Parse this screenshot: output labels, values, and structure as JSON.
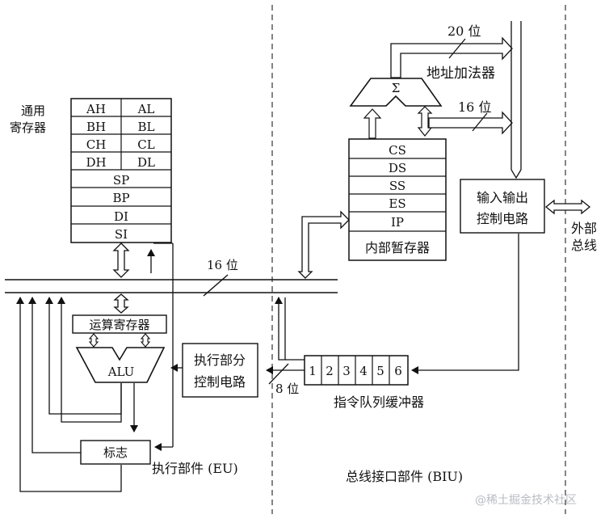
{
  "eu": {
    "general_registers_label": [
      "通用",
      "寄存器"
    ],
    "registers_hl": [
      [
        "AH",
        "AL"
      ],
      [
        "BH",
        "BL"
      ],
      [
        "CH",
        "CL"
      ],
      [
        "DH",
        "DL"
      ]
    ],
    "registers_full": [
      "SP",
      "BP",
      "DI",
      "SI"
    ],
    "operand_register": "运算寄存器",
    "alu": "ALU",
    "control_unit": [
      "执行部分",
      "控制电路"
    ],
    "flags": "标志",
    "unit_title": "执行部件 (EU)"
  },
  "internal_bus": {
    "width_label": "16 位"
  },
  "biu": {
    "address_bus_label": "20 位",
    "adder_symbol": "Σ",
    "adder_label": "地址加法器",
    "segment_bus_label": "16 位",
    "segment_registers": [
      "CS",
      "DS",
      "SS",
      "ES",
      "IP"
    ],
    "internal_register_label": "内部暂存器",
    "io_control": [
      "输入输出",
      "控制电路"
    ],
    "external_bus_label": [
      "外部",
      "总线"
    ],
    "queue_slots": [
      "1",
      "2",
      "3",
      "4",
      "5",
      "6"
    ],
    "queue_width_label": "8 位",
    "queue_label": "指令队列缓冲器",
    "unit_title": "总线接口部件 (BIU)"
  },
  "watermark": "@稀土掘金技术社区"
}
